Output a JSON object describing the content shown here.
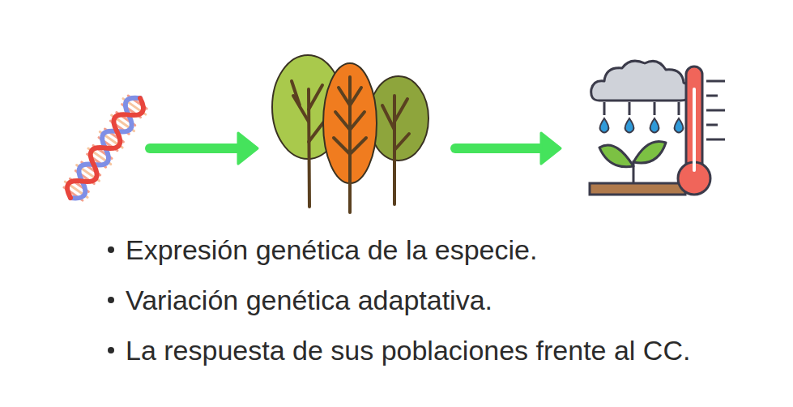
{
  "diagram": {
    "labels": [
      "Expresión genética de la especie.",
      "Variación genética adaptativa.",
      "La respuesta de sus poblaciones frente al CC."
    ]
  }
}
